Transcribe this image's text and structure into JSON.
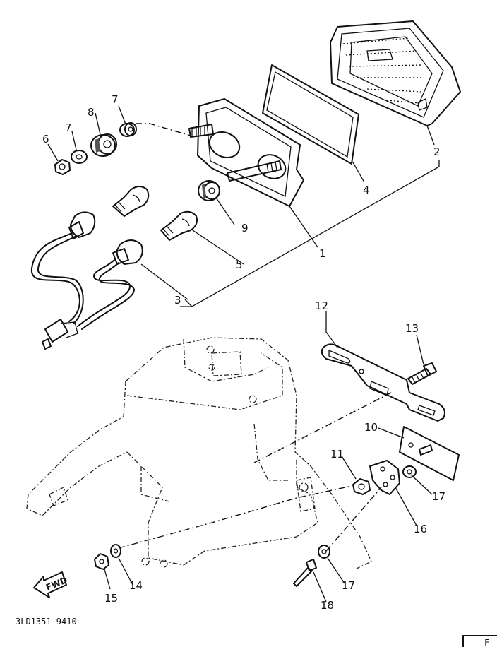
{
  "diagram": {
    "callouts": {
      "c1": "1",
      "c2": "2",
      "c3": "3",
      "c4": "4",
      "c5": "5",
      "c6": "6",
      "c7a": "7",
      "c7b": "7",
      "c8": "8",
      "c9": "9",
      "c10": "10",
      "c11": "11",
      "c12": "12",
      "c13": "13",
      "c14": "14",
      "c15": "15",
      "c16": "16",
      "c17a": "17",
      "c17b": "17",
      "c18": "18"
    },
    "fwd_label": "FWD",
    "drawing_code": "3LD1351-9410",
    "corner_mark": "F"
  }
}
